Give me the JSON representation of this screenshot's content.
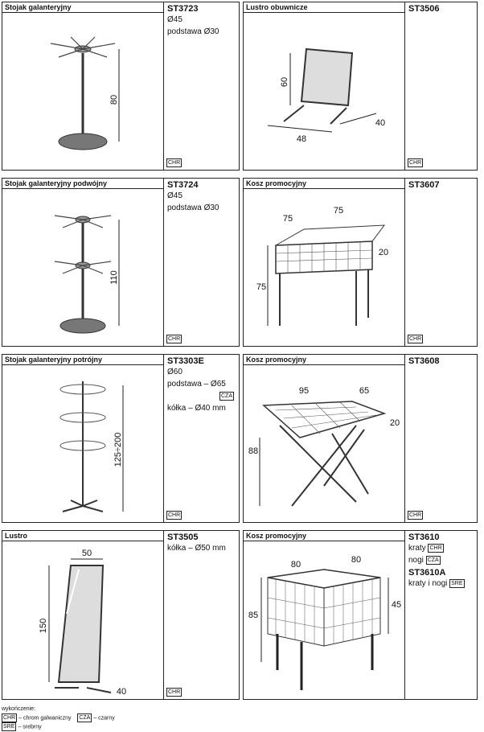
{
  "products": [
    {
      "title": "Stojak galanteryjny",
      "code": "ST3723",
      "lines": [
        "Ø45",
        "podstawa Ø30"
      ],
      "finish": "CHR",
      "dims": [
        "80"
      ]
    },
    {
      "title": "Lustro obuwnicze",
      "code": "ST3506",
      "lines": [],
      "finish": "CHR",
      "dims": [
        "60",
        "48",
        "40"
      ]
    },
    {
      "title": "Stojak galanteryjny podwójny",
      "code": "ST3724",
      "lines": [
        "Ø45",
        "podstawa Ø30"
      ],
      "finish": "CHR",
      "dims": [
        "110"
      ]
    },
    {
      "title": "Kosz promocyjny",
      "code": "ST3607",
      "lines": [],
      "finish": "CHR",
      "dims": [
        "75",
        "75",
        "20",
        "75"
      ]
    },
    {
      "title": "Stojak galanteryjny potrójny",
      "code": "ST3303E",
      "lines": [
        "Ø60",
        "podstawa – Ø65"
      ],
      "badge": "CZA",
      "lines2": [
        "kółka – Ø40 mm"
      ],
      "finish": "CHR",
      "dims": [
        "125÷200"
      ]
    },
    {
      "title": "Kosz promocyjny",
      "code": "ST3608",
      "lines": [],
      "finish": "CHR",
      "dims": [
        "95",
        "65",
        "20",
        "88"
      ]
    },
    {
      "title": "Lustro",
      "code": "ST3505",
      "lines": [
        "kółka – Ø50 mm"
      ],
      "finish": "CHR",
      "dims": [
        "50",
        "150",
        "40"
      ]
    },
    {
      "title": "Kosz promocyjny",
      "code": "ST3610",
      "rows": [
        {
          "label": "kraty",
          "badge": "CHR"
        },
        {
          "label": "nogi",
          "badge": "CZA"
        }
      ],
      "code2": "ST3610A",
      "rows2": [
        {
          "label": "kraty i nogi",
          "badge": "SRE"
        }
      ],
      "dims": [
        "80",
        "80",
        "85",
        "45"
      ]
    }
  ],
  "footer": {
    "heading": "wykończenie:",
    "legend": [
      {
        "badge": "CHR",
        "text": "– chrom galwaniczny"
      },
      {
        "badge": "CZA",
        "text": "– czarny"
      },
      {
        "badge": "SRE",
        "text": "– srebrny"
      }
    ]
  }
}
